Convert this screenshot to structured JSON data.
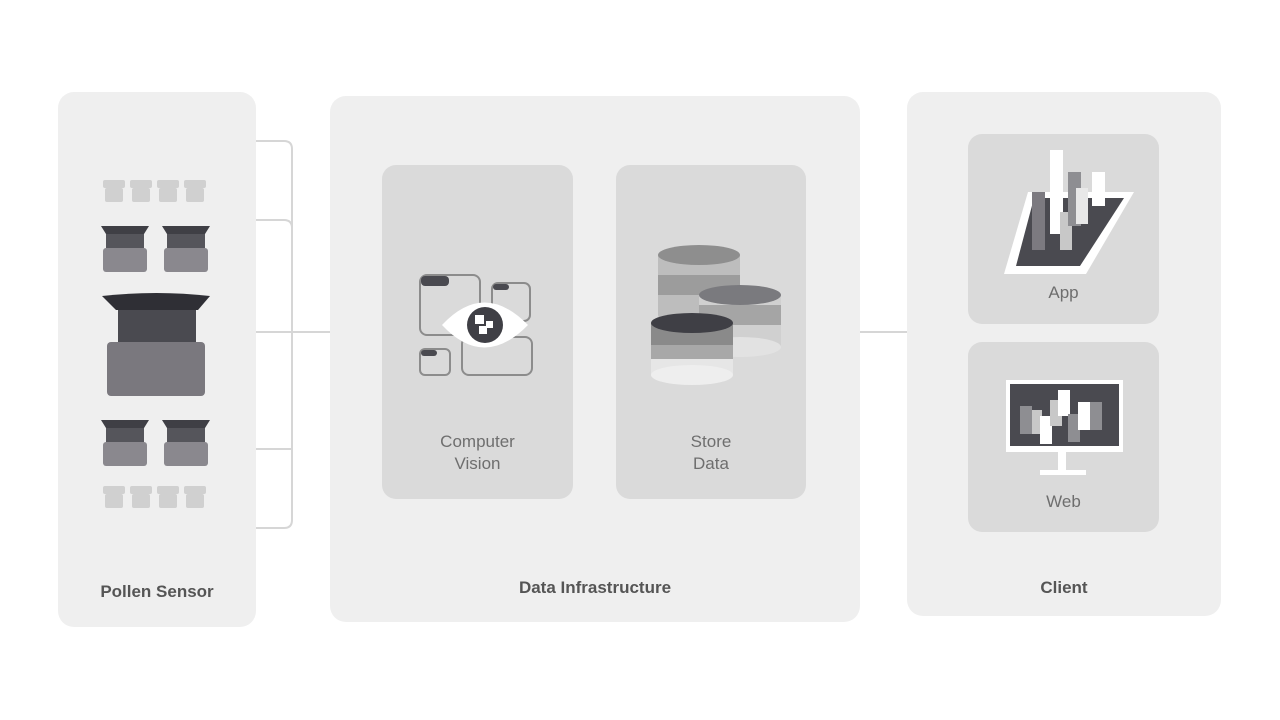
{
  "panels": {
    "sensor": {
      "title": "Pollen Sensor"
    },
    "infrastructure": {
      "title": "Data Infrastructure"
    },
    "client": {
      "title": "Client"
    }
  },
  "cards": {
    "vision": {
      "line1": "Computer",
      "line2": "Vision"
    },
    "store": {
      "line1": "Store",
      "line2": "Data"
    },
    "app": {
      "label": "App"
    },
    "web": {
      "label": "Web"
    }
  },
  "colors": {
    "panel": "#efefef",
    "card": "#dadada",
    "connector": "#d4d4d4",
    "dark": "#3f3f45",
    "mid": "#7c7a80",
    "light": "#c8c8c8"
  },
  "icons": [
    "pollen-sensor-stack-icon",
    "eye-vision-icon",
    "database-stack-icon",
    "tablet-chart-icon",
    "monitor-chart-icon"
  ]
}
